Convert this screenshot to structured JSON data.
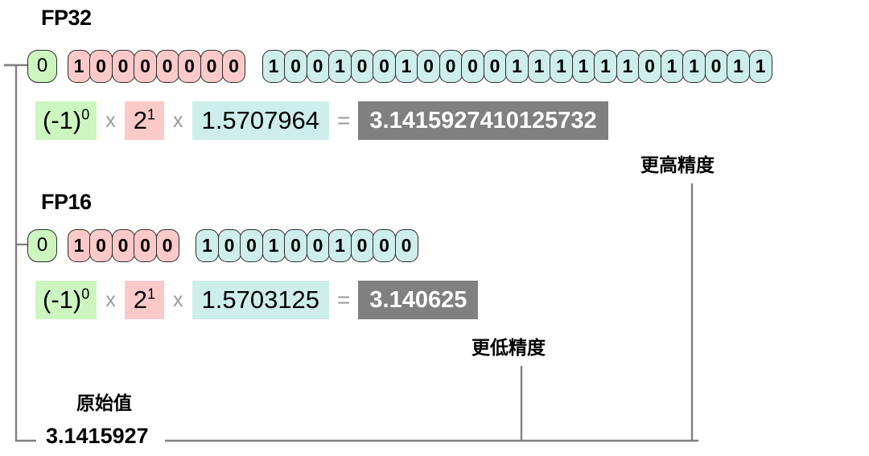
{
  "diagram": {
    "title_fp32": "FP32",
    "title_fp16": "FP16",
    "colors": {
      "sign": "#ccf5bf",
      "exponent": "#fcc9c9",
      "mantissa": "#cdeeea",
      "result_box": "#808080",
      "result_text": "#ffffff",
      "line": "#808080",
      "operator": "#9a9a9a",
      "text": "#000000",
      "background": "#ffffff"
    }
  },
  "fp32": {
    "label": "FP32",
    "sign_bits": [
      "0"
    ],
    "exponent_bits": [
      "1",
      "0",
      "0",
      "0",
      "0",
      "0",
      "0",
      "0"
    ],
    "mantissa_bits": [
      "1",
      "0",
      "0",
      "1",
      "0",
      "0",
      "1",
      "0",
      "0",
      "0",
      "0",
      "1",
      "1",
      "1",
      "1",
      "1",
      "1",
      "0",
      "1",
      "1",
      "0",
      "1",
      "1"
    ],
    "equation": {
      "sign_term": "(-1)",
      "sign_exp": "0",
      "op1": "x",
      "exp_base": "2",
      "exp_power": "1",
      "op2": "x",
      "mantissa_value": "1.5707964",
      "equals": "=",
      "result": "3.1415927410125732"
    },
    "annotation": "更高精度"
  },
  "fp16": {
    "label": "FP16",
    "sign_bits": [
      "0"
    ],
    "exponent_bits": [
      "1",
      "0",
      "0",
      "0",
      "0"
    ],
    "mantissa_bits": [
      "1",
      "0",
      "0",
      "1",
      "0",
      "0",
      "1",
      "0",
      "0",
      "0"
    ],
    "equation": {
      "sign_term": "(-1)",
      "sign_exp": "0",
      "op1": "x",
      "exp_base": "2",
      "exp_power": "1",
      "op2": "x",
      "mantissa_value": "1.5703125",
      "equals": "=",
      "result": "3.140625"
    },
    "annotation": "更低精度"
  },
  "original": {
    "label": "原始值",
    "value": "3.1415927"
  }
}
